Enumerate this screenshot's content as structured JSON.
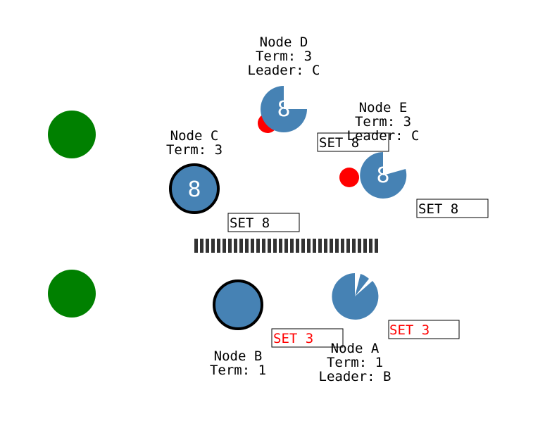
{
  "colors": {
    "node_fill": "#4682b4",
    "client": "#008000",
    "request": "#ff0000",
    "partition": "#333333",
    "committed_msg": "#000000",
    "uncommitted_msg": "#ff0000"
  },
  "nodes": {
    "d": {
      "name": "Node D",
      "term": "Term: 3",
      "leader": "Leader: C",
      "value": "8"
    },
    "e": {
      "name": "Node E",
      "term": "Term: 3",
      "leader": "Leader: C",
      "value": "8"
    },
    "c": {
      "name": "Node C",
      "term": "Term: 3",
      "value": "8"
    },
    "b": {
      "name": "Node B",
      "term": "Term: 1",
      "value": ""
    },
    "a": {
      "name": "Node A",
      "term": "Term: 1",
      "leader": "Leader: B",
      "value": ""
    }
  },
  "messages": {
    "set8_ce": "SET 8",
    "set8_cd": "SET 8",
    "set8_e": "SET 8",
    "set3_ba": "SET 3",
    "set3_a": "SET 3"
  }
}
